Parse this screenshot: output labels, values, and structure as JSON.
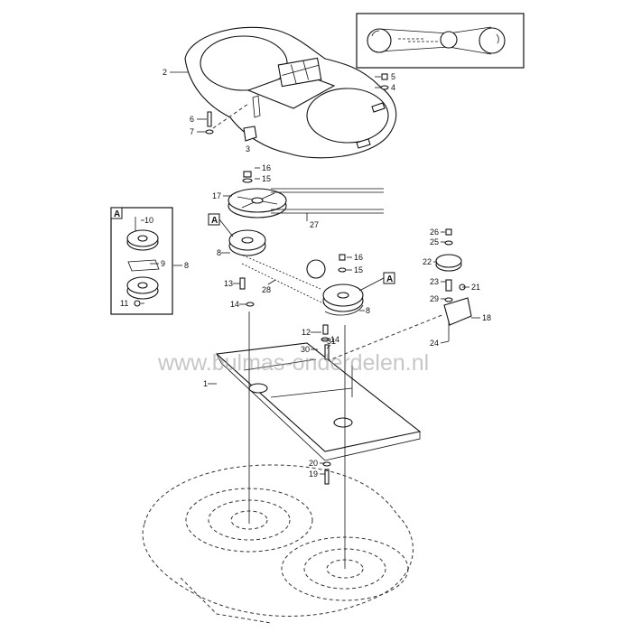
{
  "watermark": "www.bulmas-onderdelen.nl",
  "inset_labels": [
    "A",
    "A",
    "A"
  ],
  "callouts": [
    "1",
    "2",
    "3",
    "4",
    "5",
    "6",
    "7",
    "8",
    "8",
    "8",
    "9",
    "10",
    "11",
    "12",
    "13",
    "14",
    "14",
    "15",
    "15",
    "16",
    "16",
    "17",
    "18",
    "19",
    "20",
    "21",
    "22",
    "23",
    "24",
    "25",
    "26",
    "27",
    "28",
    "29",
    "30",
    "31"
  ]
}
